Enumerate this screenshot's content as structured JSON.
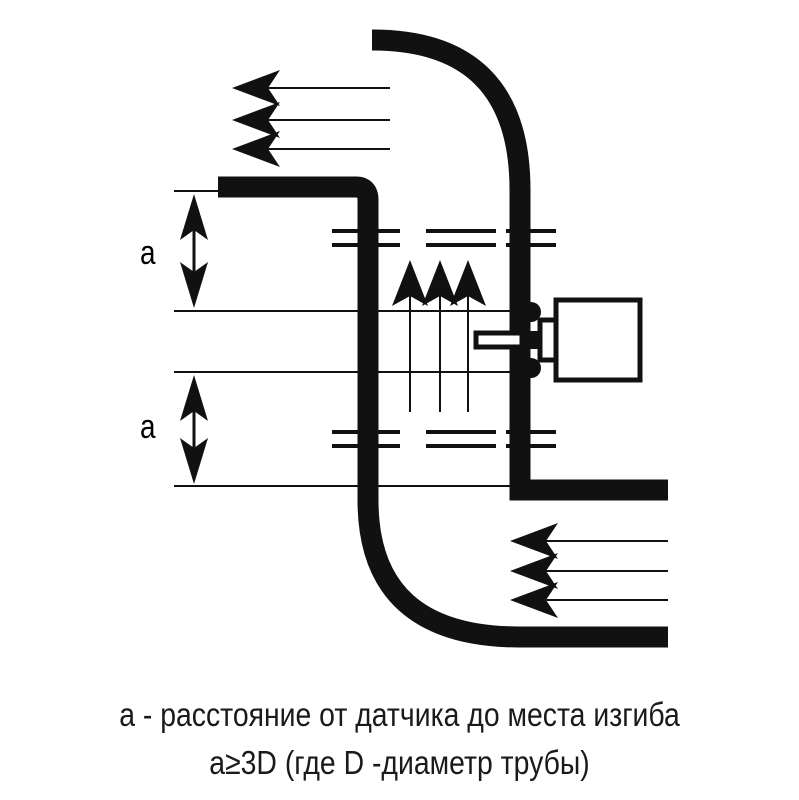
{
  "labels": {
    "dim_upper": "a",
    "dim_lower": "a"
  },
  "caption": {
    "line1": "a - расстояние от датчика до места изгиба",
    "line2": "a≥3D (где D -диаметр трубы)"
  },
  "colors": {
    "stroke": "#111111",
    "background": "#ffffff"
  }
}
